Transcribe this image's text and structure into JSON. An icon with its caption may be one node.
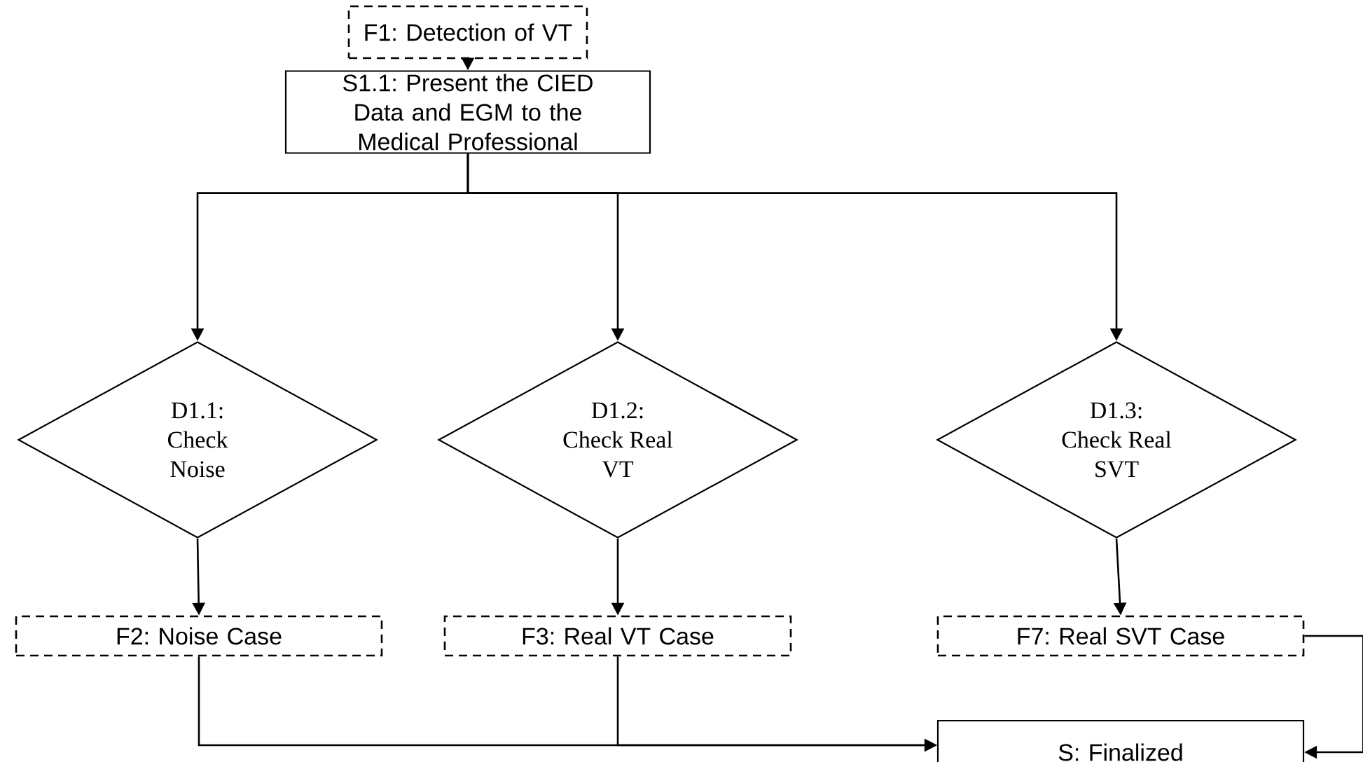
{
  "diagram": {
    "nodes": [
      {
        "text": [
          "F1: Detection of VT"
        ]
      },
      {
        "text": [
          "S1.1: Present the CIED Data and EGM to the Medical Professional"
        ]
      },
      {
        "text": [
          "D1.1: Check Noise"
        ]
      },
      {
        "text": [
          "D1.2: Check Real VT"
        ]
      },
      {
        "text": [
          "D1.3: Check Real SVT"
        ]
      },
      {
        "text": [
          "F2: Noise Case"
        ]
      },
      {
        "text": [
          "F3: Real VT Case"
        ]
      },
      {
        "text": [
          "F7: Real SVT Case"
        ]
      },
      {
        "text": [
          "S: Finalized"
        ]
      }
    ],
    "edges": [
      {
        "from": 0,
        "to": 1,
        "arrow": "to"
      },
      {
        "from": 1,
        "to": 2,
        "arrow": "to"
      },
      {
        "from": 1,
        "to": 3,
        "arrow": "to"
      },
      {
        "from": 1,
        "to": 4,
        "arrow": "to"
      },
      {
        "from": 2,
        "to": 5,
        "arrow": "to"
      },
      {
        "from": 3,
        "to": 6,
        "arrow": "to"
      },
      {
        "from": 4,
        "to": 7,
        "arrow": "to"
      },
      {
        "from": 5,
        "to": 8,
        "arrow": "to"
      },
      {
        "from": 6,
        "to": 8,
        "arrow": "to"
      },
      {
        "from": 7,
        "to": 8,
        "arrow": "to"
      }
    ]
  }
}
